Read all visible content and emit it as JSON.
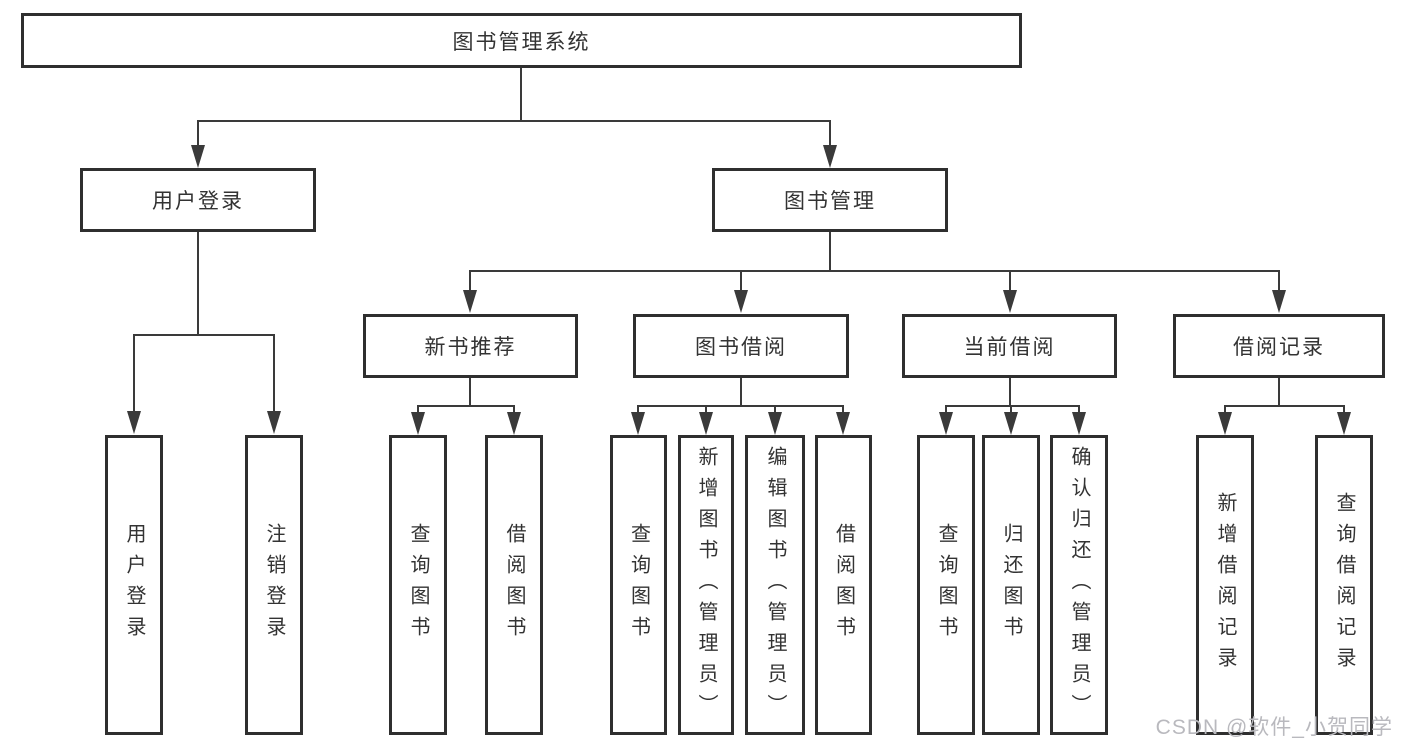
{
  "diagram": {
    "root": "图书管理系统",
    "level2": {
      "user_login": "用户登录",
      "book_mgmt": "图书管理"
    },
    "level3": {
      "new_book_rec": "新书推荐",
      "book_borrow": "图书借阅",
      "current_borrow": "当前借阅",
      "borrow_record": "借阅记录"
    },
    "leaves": {
      "user_login_1": "用户登录",
      "user_login_2": "注销登录",
      "new_book_rec_1": "查询图书",
      "new_book_rec_2": "借阅图书",
      "book_borrow_1": "查询图书",
      "book_borrow_2": "新增图书（管理员）",
      "book_borrow_3": "编辑图书（管理员）",
      "book_borrow_4": "借阅图书",
      "current_borrow_1": "查询图书",
      "current_borrow_2": "归还图书",
      "current_borrow_3": "确认归还（管理员）",
      "borrow_record_1": "新增借阅记录",
      "borrow_record_2": "查询借阅记录"
    }
  },
  "watermark": "CSDN @软件_小贺同学",
  "colors": {
    "line": "#3a3a3a",
    "box_border": "#2f2f2f",
    "text": "#333333",
    "watermark": "#b9b9be",
    "background": "#ffffff"
  }
}
